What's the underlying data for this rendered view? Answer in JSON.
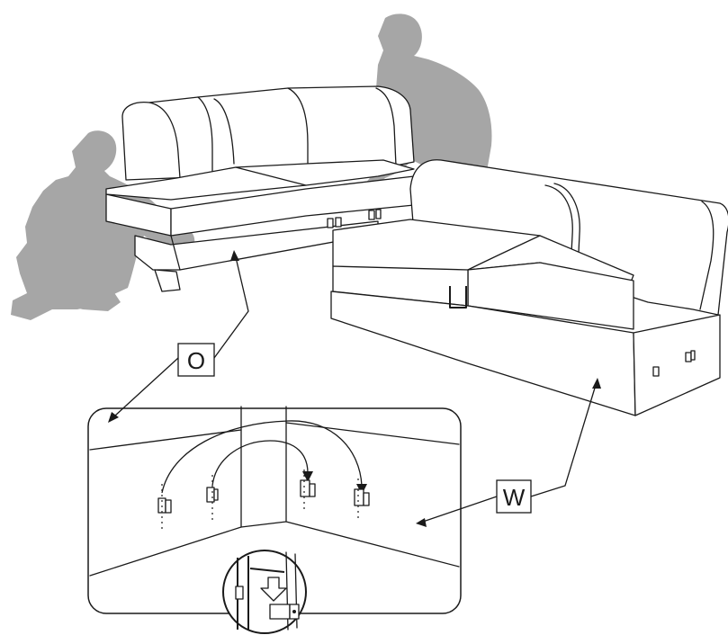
{
  "labels": {
    "left_module": "O",
    "right_module": "W"
  },
  "icons": [
    "person-silhouette",
    "sofa-module",
    "connector-bracket",
    "magnifier-detail"
  ]
}
